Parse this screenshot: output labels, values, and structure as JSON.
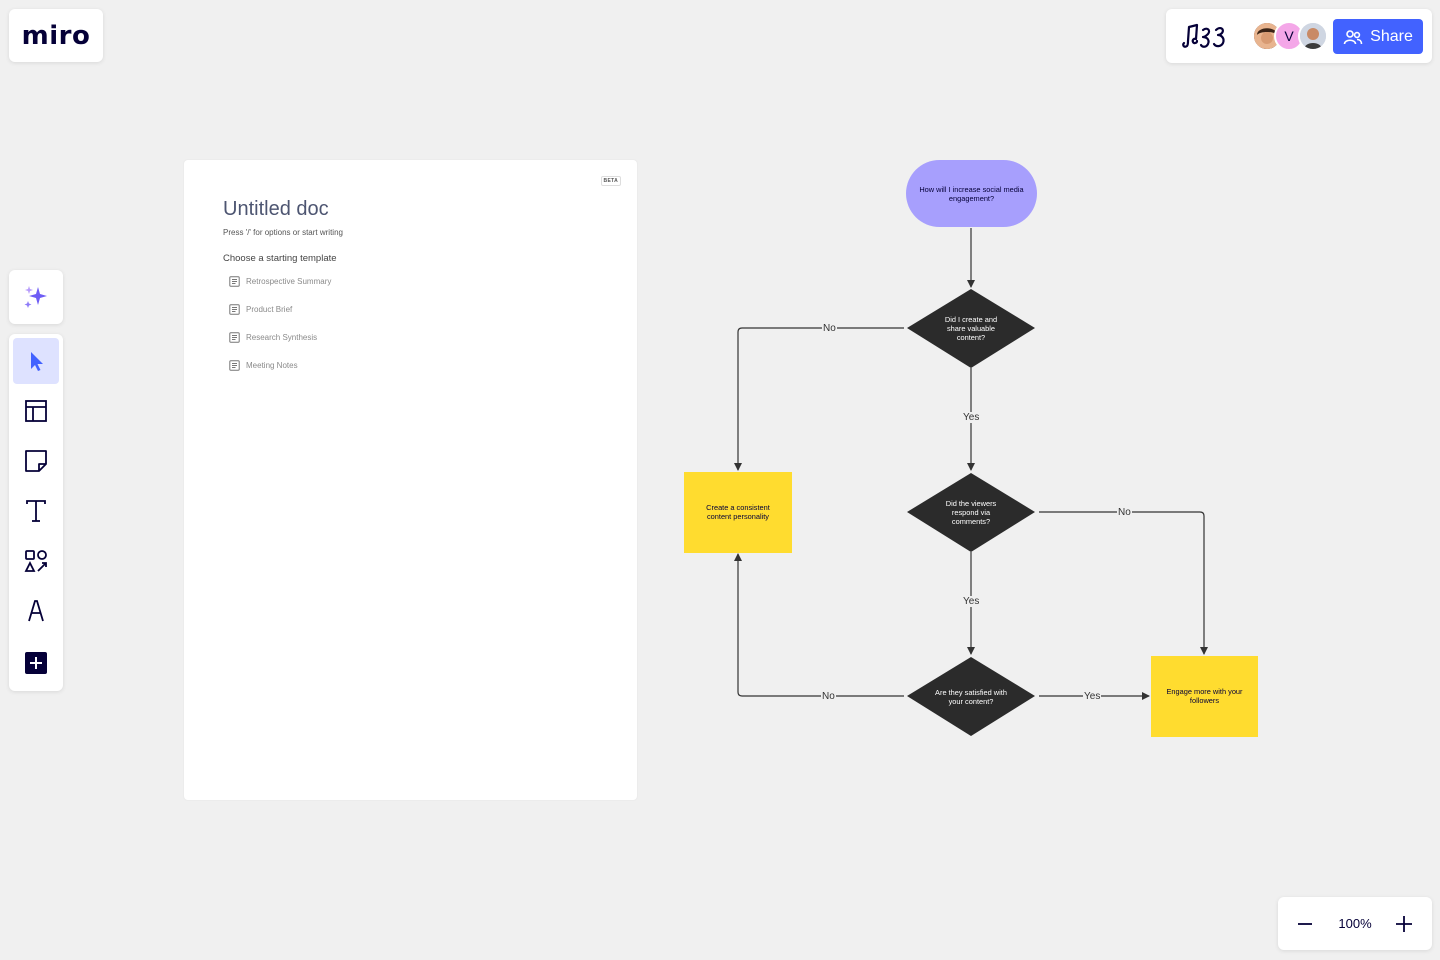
{
  "app": {
    "logo": "miro"
  },
  "header": {
    "share_label": "Share",
    "avatar_initial": "V"
  },
  "toolbar": {
    "items": [
      {
        "name": "select",
        "icon": "cursor-icon",
        "active": true
      },
      {
        "name": "templates",
        "icon": "layout-icon"
      },
      {
        "name": "sticky-note",
        "icon": "sticky-note-icon"
      },
      {
        "name": "text",
        "icon": "text-icon"
      },
      {
        "name": "shapes",
        "icon": "shapes-icon"
      },
      {
        "name": "pen",
        "icon": "pen-icon"
      },
      {
        "name": "more",
        "icon": "plus-square-icon"
      }
    ]
  },
  "doc": {
    "badge": "BETA",
    "title": "Untitled doc",
    "hint": "Press '/' for options or start writing",
    "templates_heading": "Choose a starting template",
    "templates": [
      "Retrospective Summary",
      "Product Brief",
      "Research Synthesis",
      "Meeting Notes"
    ]
  },
  "flowchart": {
    "start": "How will I increase social media engagement?",
    "q1": "Did I create and share valuable content?",
    "q2": "Did the viewers respond via comments?",
    "q3": "Are they satisfied with your content?",
    "note_left": "Create a consistent content personality",
    "note_right": "Engage more with your followers",
    "labels": {
      "q1_no": "No",
      "q1_yes": "Yes",
      "q2_no": "No",
      "q2_yes": "Yes",
      "q3_no": "No",
      "q3_yes": "Yes"
    }
  },
  "zoom": {
    "level": "100%"
  },
  "colors": {
    "accent": "#4262ff",
    "start_node": "#a79ffd",
    "diamond": "#2b2b2b",
    "sticky": "#ffdc2f",
    "canvas": "#f0f0f0"
  }
}
